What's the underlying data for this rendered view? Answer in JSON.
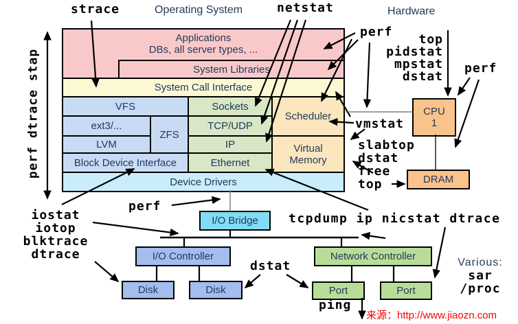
{
  "headers": {
    "operating_system": "Operating System",
    "hardware": "Hardware"
  },
  "os_box": {
    "applications_line1": "Applications",
    "applications_line2": "DBs, all server types, ...",
    "system_libraries": "System Libraries",
    "system_call_interface": "System Call Interface",
    "vfs": "VFS",
    "ext3": "ext3/...",
    "zfs": "ZFS",
    "lvm": "LVM",
    "block_device_interface": "Block Device Interface",
    "sockets": "Sockets",
    "tcp_udp": "TCP/UDP",
    "ip": "IP",
    "ethernet": "Ethernet",
    "scheduler": "Scheduler",
    "virtual_memory_line1": "Virtual",
    "virtual_memory_line2": "Memory",
    "device_drivers": "Device Drivers"
  },
  "hardware_box": {
    "cpu_line1": "CPU",
    "cpu_line2": "1",
    "dram": "DRAM",
    "io_bridge": "I/O Bridge",
    "io_controller": "I/O Controller",
    "network_controller": "Network Controller",
    "disk_left": "Disk",
    "disk_right": "Disk",
    "port_left": "Port",
    "port_right": "Port"
  },
  "tools": {
    "strace": "strace",
    "netstat": "netstat",
    "perf_top": "perf",
    "perf_right": "perf",
    "perf_bottom": "perf",
    "left_vertical": "perf dtrace stap",
    "cpu_stack": [
      "top",
      "pidstat",
      "mpstat",
      "dstat"
    ],
    "vmstat": "vmstat",
    "memory_stack": [
      "slabtop",
      "dstat",
      "free",
      "top"
    ],
    "io_stack": [
      "iostat",
      "iotop",
      "blktrace",
      "dtrace"
    ],
    "network_line": "tcpdump ip nicstat dtrace",
    "dstat_bottom": "dstat",
    "ping": "ping",
    "various_label": "Various:",
    "various_stack": [
      "sar",
      "/proc"
    ]
  },
  "watermark": "来源：http://www.jiaozn.com",
  "colors": {
    "pink": "#f9c9c9",
    "pale_yellow": "#fcf8d4",
    "lavender": "#c9dbf4",
    "leaf": "#d8e7c6",
    "tan": "#fbe6bd",
    "sky": "#c9edfb",
    "bridge_cyan": "#82dcf5",
    "ctrl_blue": "#a2bdee",
    "ctrl_green": "#b9dd99",
    "orange": "#fac38b",
    "text_navy": "#23395a",
    "red": "#fe0000"
  }
}
